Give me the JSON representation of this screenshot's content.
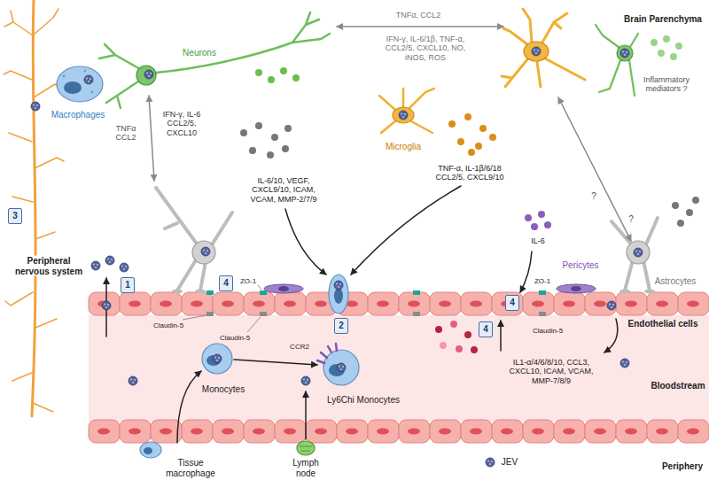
{
  "diagram": {
    "nodes": [
      {
        "text": [
          "3"
        ]
      },
      {
        "text": [
          "1"
        ]
      },
      {
        "text": [
          "4"
        ]
      },
      {
        "text": [
          "4"
        ]
      },
      {
        "text": [
          "2"
        ]
      },
      {
        "text": [
          "4"
        ]
      }
    ],
    "labels": [
      "TNFα, CCL2",
      "Brain Parenchyma",
      "IFN-γ, IL-6/1β, TNF-α, CCL2/5, CXCL10, NO, iNOS, ROS",
      "Neurons",
      "Inflammatory mediators ?",
      "IFN-γ, IL-6 CCL2/5, CXCL10",
      "Macrophages",
      "TNFα CCL2",
      "Microglia",
      "TNF-α, IL-1β/6/18 CCL2/5, CXCL9/10",
      "IL-6/10, VEGF, CXCL9/10, ICAM, VCAM, MMP-2/7/9",
      "?",
      "IL-6",
      "?",
      "Pericytes",
      "Peripheral nervous system",
      "Astrocytes",
      "ZO-1",
      "ZO-1",
      "Claudin-5",
      "Endothelial cells",
      "Claudin-5",
      "Claudin-5",
      "CCR2",
      "IL1-α/4/6/8/10, CCL3, CXCL10, ICAM, VCAM, MMP-7/8/9",
      "Bloodstream",
      "Monocytes",
      "Ly6Chi Monocytes",
      "Tissue macrophage",
      "Lymph node",
      "JEV",
      "Periphery"
    ]
  }
}
